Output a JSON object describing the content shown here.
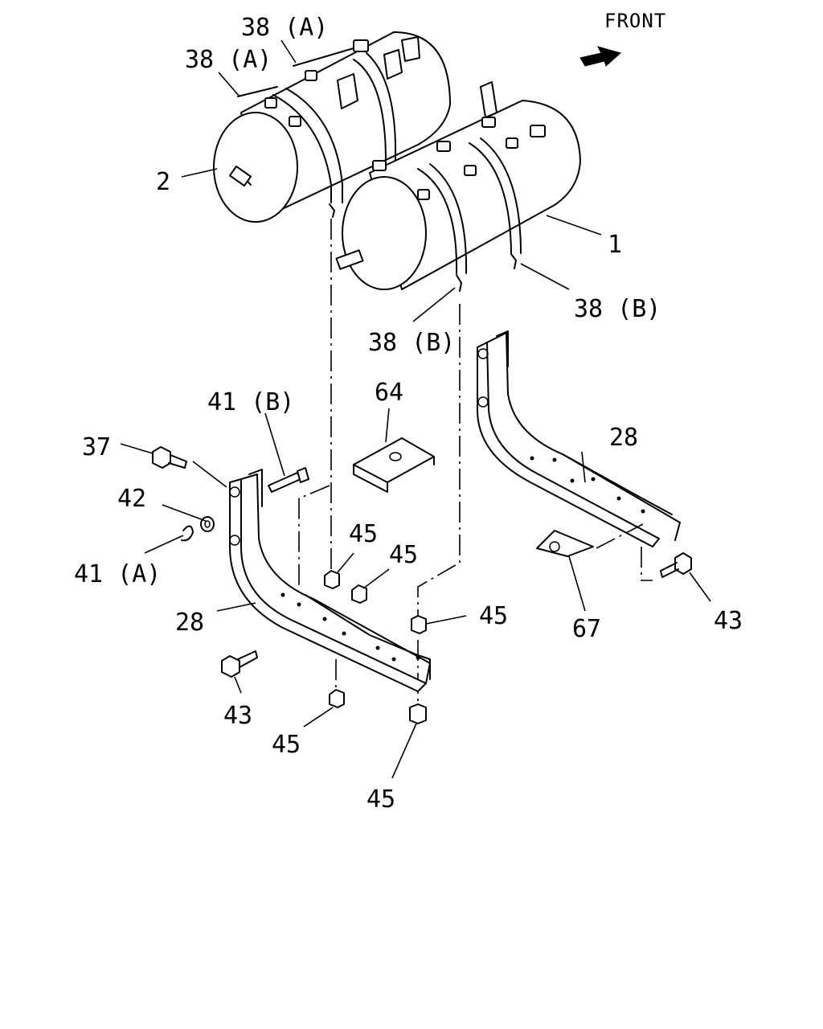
{
  "orientation": {
    "label": "FRONT"
  },
  "callouts": [
    {
      "id": "38a-top",
      "text": "38 (A)"
    },
    {
      "id": "38a-left",
      "text": "38 (A)"
    },
    {
      "id": "2",
      "text": "2"
    },
    {
      "id": "1",
      "text": "1"
    },
    {
      "id": "38b-right",
      "text": "38 (B)"
    },
    {
      "id": "38b-mid",
      "text": "38 (B)"
    },
    {
      "id": "41b",
      "text": "41 (B)"
    },
    {
      "id": "64",
      "text": "64"
    },
    {
      "id": "37",
      "text": "37"
    },
    {
      "id": "42",
      "text": "42"
    },
    {
      "id": "41a",
      "text": "41 (A)"
    },
    {
      "id": "45-a",
      "text": "45"
    },
    {
      "id": "45-b",
      "text": "45"
    },
    {
      "id": "45-c",
      "text": "45"
    },
    {
      "id": "28-left",
      "text": "28"
    },
    {
      "id": "43-left",
      "text": "43"
    },
    {
      "id": "45-d",
      "text": "45"
    },
    {
      "id": "45-e",
      "text": "45"
    },
    {
      "id": "28-right",
      "text": "28"
    },
    {
      "id": "67",
      "text": "67"
    },
    {
      "id": "43-right",
      "text": "43"
    }
  ]
}
